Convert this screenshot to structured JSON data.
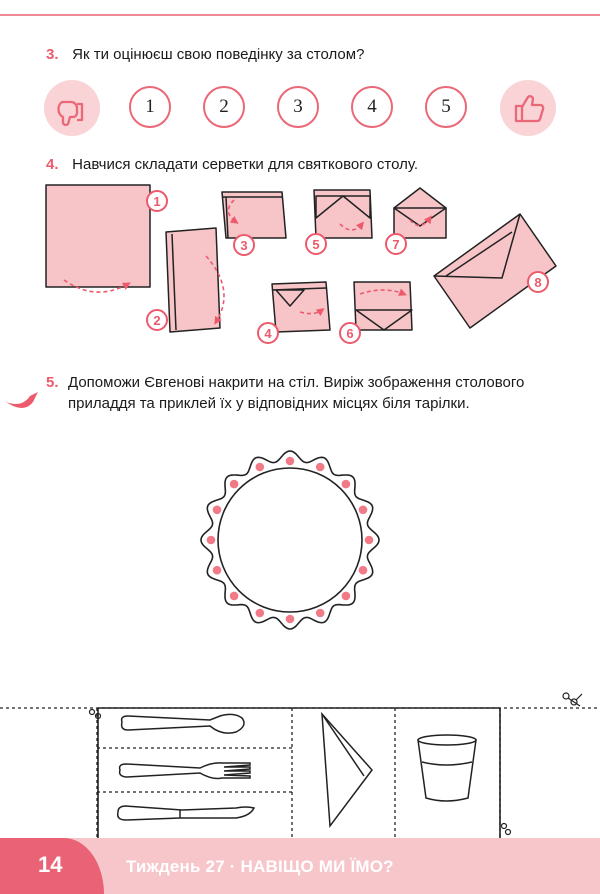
{
  "questions": [
    {
      "number": "3.",
      "text": "Як ти оцінюєш свою поведінку за столом?"
    },
    {
      "number": "4.",
      "text": "Навчися складати серветки для святкового столу."
    },
    {
      "number": "5.",
      "text": "Допоможи Євгенові накрити на стіл. Виріж зображення столового приладдя та приклей їх у відповідних місцях біля тарілки."
    }
  ],
  "rating": {
    "low_icon": "thumb-down-icon",
    "high_icon": "thumb-up-icon",
    "options": [
      "1",
      "2",
      "3",
      "4",
      "5"
    ]
  },
  "folding_steps": [
    "1",
    "2",
    "3",
    "4",
    "5",
    "6",
    "7",
    "8"
  ],
  "cutout_items": [
    "spoon-icon",
    "fork-icon",
    "knife-icon",
    "napkin-icon",
    "glass-icon"
  ],
  "footer": {
    "page_number": "14",
    "title": "Тиждень 27 · НАВІЩО МИ ЇМО?"
  },
  "colors": {
    "accent": "#ec5a6c",
    "accent_light": "#f9d3d6",
    "napkin": "#f7c5c8",
    "footer_bar": "#f7c6cb",
    "footer_tab": "#e96275"
  }
}
